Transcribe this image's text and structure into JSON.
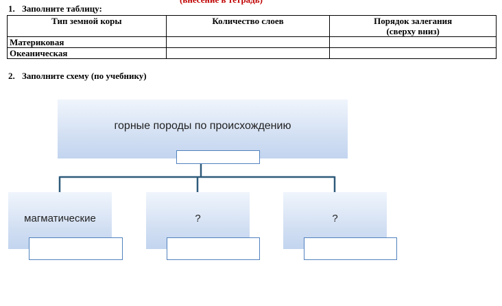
{
  "header_fragment": "(внесение в тетрадь)",
  "task1": {
    "number": "1.",
    "text": "Заполните таблицу:"
  },
  "table": {
    "headers": [
      "Тип земной коры",
      "Количество слоев",
      "Порядок залегания",
      "(сверху вниз)"
    ],
    "rows": [
      {
        "type": "Материковая",
        "layers": "",
        "order": ""
      },
      {
        "type": "Океаническая",
        "layers": "",
        "order": ""
      }
    ]
  },
  "task2": {
    "number": "2.",
    "text": "Заполните схему (по учебнику)"
  },
  "scheme": {
    "root": "горные породы по происхождению",
    "children": [
      "магматические",
      "?",
      "?"
    ],
    "connector_color": "#2e5a7a",
    "box_border_color": "#4f81bd"
  }
}
